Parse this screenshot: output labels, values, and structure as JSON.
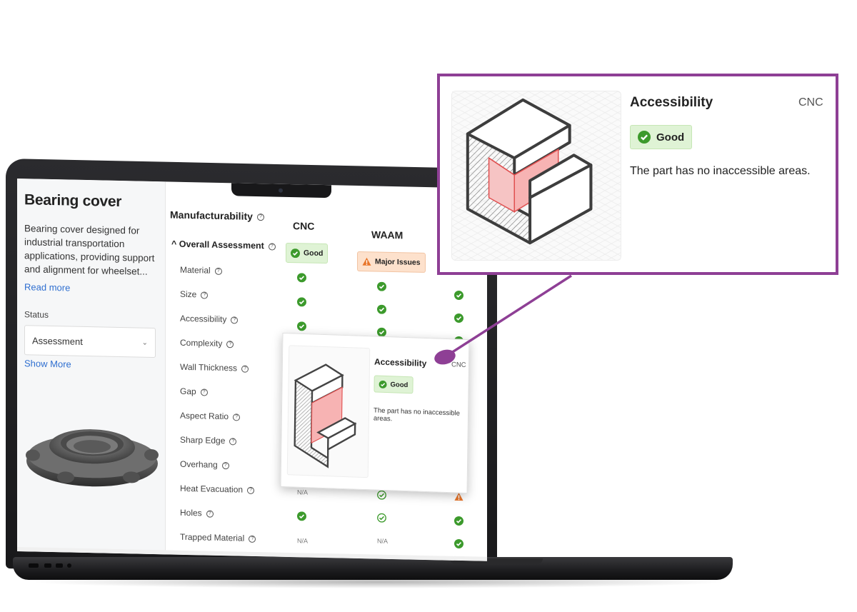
{
  "sidebar": {
    "title": "Bearing cover",
    "description": "Bearing cover designed for industrial transportation applications, providing support and alignment for wheelset...",
    "read_more": "Read more",
    "status_label": "Status",
    "status_value": "Assessment",
    "show_more": "Show More"
  },
  "manufacturability": {
    "title": "Manufacturability",
    "columns": [
      "CNC",
      "WAAM"
    ],
    "overall_label": "Overall Assessment",
    "overall_values": [
      "Good",
      "Major Issues"
    ],
    "rows": [
      {
        "label": "Material"
      },
      {
        "label": "Size"
      },
      {
        "label": "Accessibility"
      },
      {
        "label": "Complexity"
      },
      {
        "label": "Wall Thickness"
      },
      {
        "label": "Gap"
      },
      {
        "label": "Aspect Ratio"
      },
      {
        "label": "Sharp Edge"
      },
      {
        "label": "Overhang"
      },
      {
        "label": "Heat Evacuation",
        "cnc": "N/A"
      },
      {
        "label": "Holes"
      },
      {
        "label": "Trapped Material",
        "cnc": "N/A",
        "waam": "N/A"
      }
    ]
  },
  "popover": {
    "title": "Accessibility",
    "process": "CNC",
    "status": "Good",
    "description": "The part has no inaccessible areas."
  },
  "colors": {
    "callout_border": "#8e3f95",
    "good_green": "#3c9a2c",
    "warning_orange": "#e8752a",
    "link_blue": "#2f6fd0"
  },
  "icons": [
    "help-icon",
    "check-icon",
    "warning-icon",
    "chevron-down-icon",
    "chevron-up-icon"
  ]
}
